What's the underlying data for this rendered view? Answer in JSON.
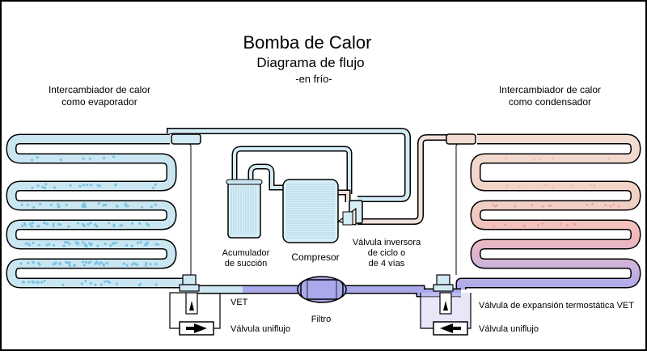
{
  "title": "Bomba de Calor",
  "subtitle": "Diagrama de flujo",
  "mode": "-en frío-",
  "labels": {
    "evaporator": [
      "Intercambiador de calor",
      "como evaporador"
    ],
    "condenser": [
      "Intercambiador de calor",
      "como condensador"
    ],
    "accumulator": [
      "Acumulador",
      "de succión"
    ],
    "compressor": "Compresor",
    "reversing_valve": [
      "Válvula inversora",
      "de ciclo o",
      "de 4 vías"
    ],
    "vet": "VET",
    "filter": "Filtro",
    "check_valve_left": "Válvula uniflujo",
    "txv_right": "Válvula de expansión termostática VET",
    "check_valve_right": "Válvula uniflujo"
  },
  "colors": {
    "frame": "#000000",
    "evaporator_tube": "#c9e6f1",
    "evaporator_dots": "#7cc4e4",
    "liquid_line": "#a9a9ec",
    "condenser_warm": "#f3d8cc",
    "condenser_hot": "#f2b9b9",
    "condenser_cold": "#a9a9ec",
    "suction_line": "#d2ebf4",
    "discharge_line": "#f1e0da"
  }
}
